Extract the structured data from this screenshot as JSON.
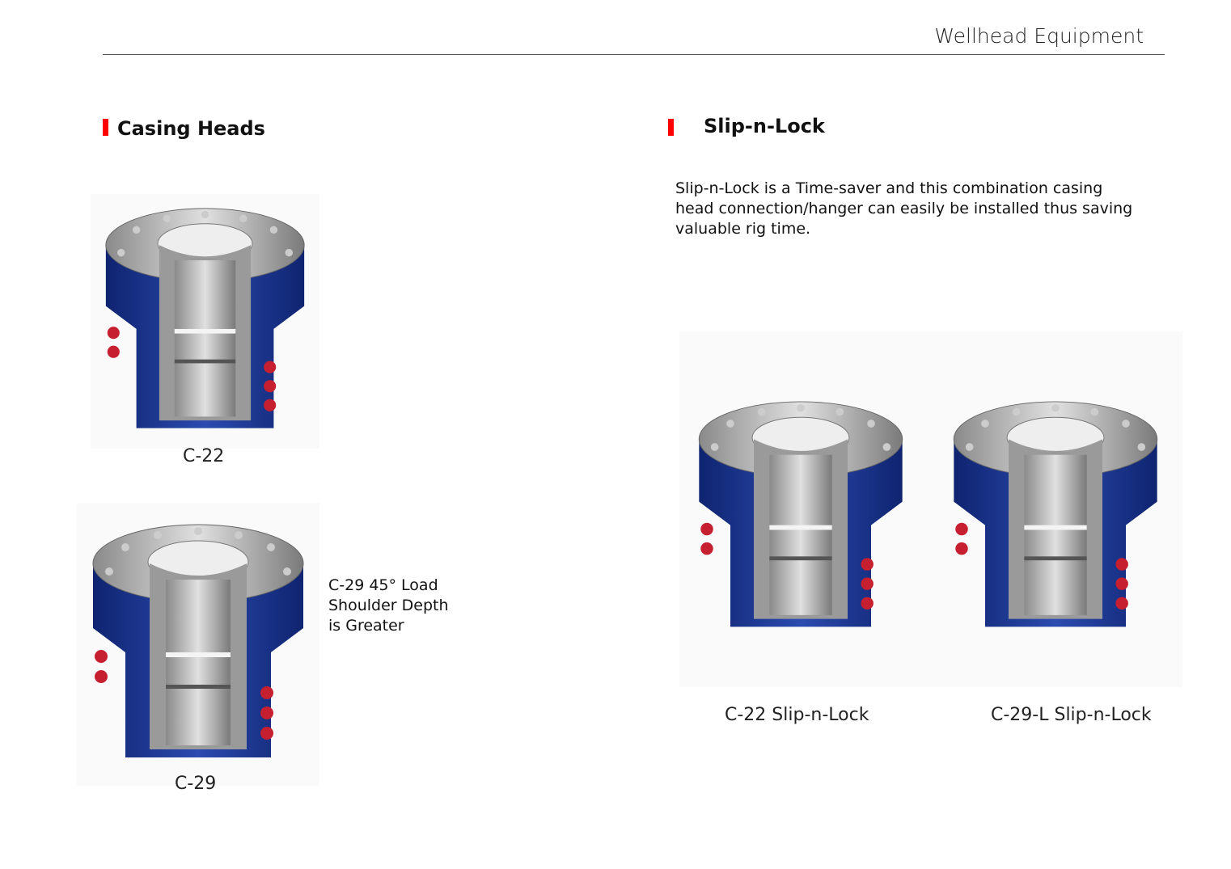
{
  "header": {
    "title": "Wellhead Equipment"
  },
  "casing_heads": {
    "title": "Casing Heads",
    "items": [
      {
        "caption": "C-22"
      },
      {
        "caption": "C-29",
        "note": [
          "C-29 45° Load",
          "Shoulder Depth",
          "is Greater"
        ]
      }
    ]
  },
  "slip_n_lock": {
    "title": "Slip-n-Lock",
    "description": [
      "Slip-n-Lock is a Time-saver and this combination casing",
      "head connection/hanger can easily be installed thus saving",
      "valuable rig time."
    ],
    "items": [
      {
        "caption": "C-22 Slip-n-Lock"
      },
      {
        "caption": "C-29-L Slip-n-Lock"
      }
    ]
  },
  "colors": {
    "accent": "#ff0000",
    "body_blue": "#1f3a8a",
    "steel": "#b8b8b8"
  }
}
